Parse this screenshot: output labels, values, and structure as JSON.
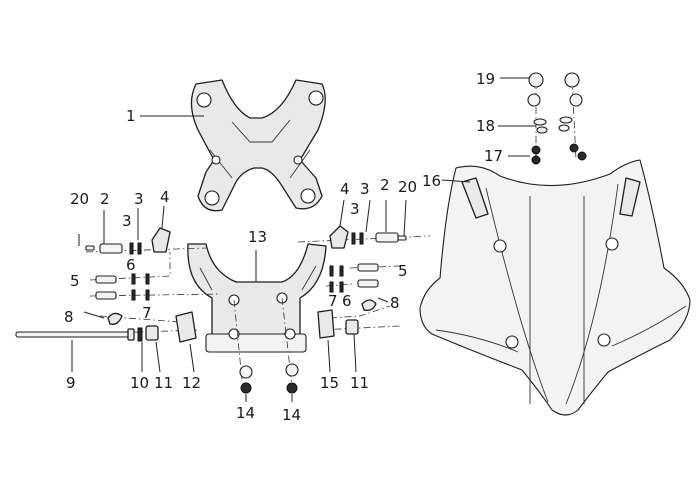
{
  "callouts": {
    "c1": "1",
    "c2a": "2",
    "c2b": "2",
    "c3a": "3",
    "c3b": "3",
    "c3c": "3",
    "c3d": "3",
    "c4a": "4",
    "c4b": "4",
    "c5a": "5",
    "c5b": "5",
    "c6a": "6",
    "c6b": "6",
    "c7a": "7",
    "c7b": "7",
    "c8a": "8",
    "c8b": "8",
    "c9": "9",
    "c10": "10",
    "c11a": "11",
    "c11b": "11",
    "c12": "12",
    "c13": "13",
    "c14a": "14",
    "c14b": "14",
    "c15": "15",
    "c16": "16",
    "c17": "17",
    "c18": "18",
    "c19": "19",
    "c20a": "20",
    "c20b": "20"
  },
  "colors": {
    "line": "#1e1e1e",
    "fill": "#e9e9e9",
    "background": "#ffffff"
  }
}
